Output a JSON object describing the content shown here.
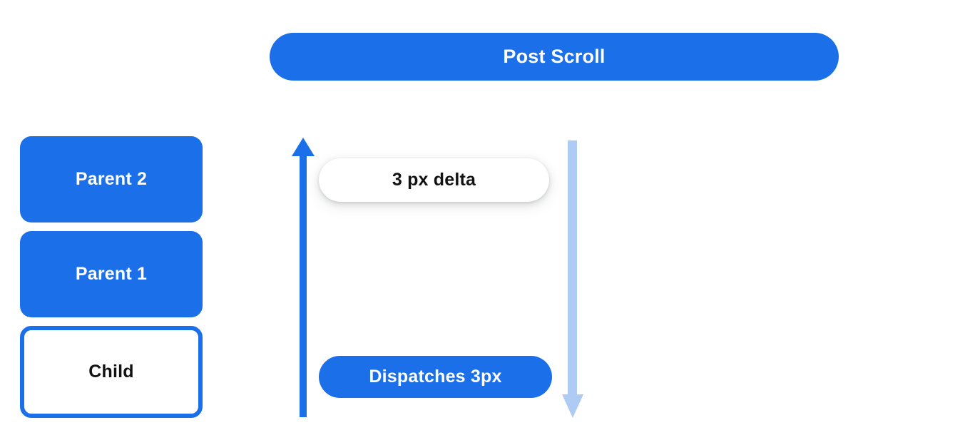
{
  "diagram": {
    "title_banner": {
      "label": "Post Scroll",
      "color": "#1B6FE8"
    },
    "nodes": [
      {
        "label": "Parent 2",
        "style": "filled",
        "fill": "#1B6FE8",
        "text_color": "#FFFFFF"
      },
      {
        "label": "Parent 1",
        "style": "filled",
        "fill": "#1B6FE8",
        "text_color": "#FFFFFF"
      },
      {
        "label": "Child",
        "style": "outlined",
        "fill": "#FFFFFF",
        "border_color": "#1B6FE8",
        "text_color": "#121212"
      }
    ],
    "arrows": [
      {
        "name": "scroll-up-arrow",
        "direction": "up",
        "color": "#1B6FE8",
        "description": "dark blue upward arrow"
      },
      {
        "name": "dispatch-down-arrow",
        "direction": "down",
        "color": "#AECBF4",
        "description": "light blue downward arrow"
      }
    ],
    "annotations": [
      {
        "name": "delta-pill",
        "label": "3 px delta",
        "style": "white-pill-shadow",
        "fill": "#FFFFFF",
        "text_color": "#121212"
      },
      {
        "name": "dispatch-pill",
        "label": "Dispatches 3px",
        "style": "blue-pill",
        "fill": "#1B6FE8",
        "text_color": "#FFFFFF"
      }
    ]
  }
}
